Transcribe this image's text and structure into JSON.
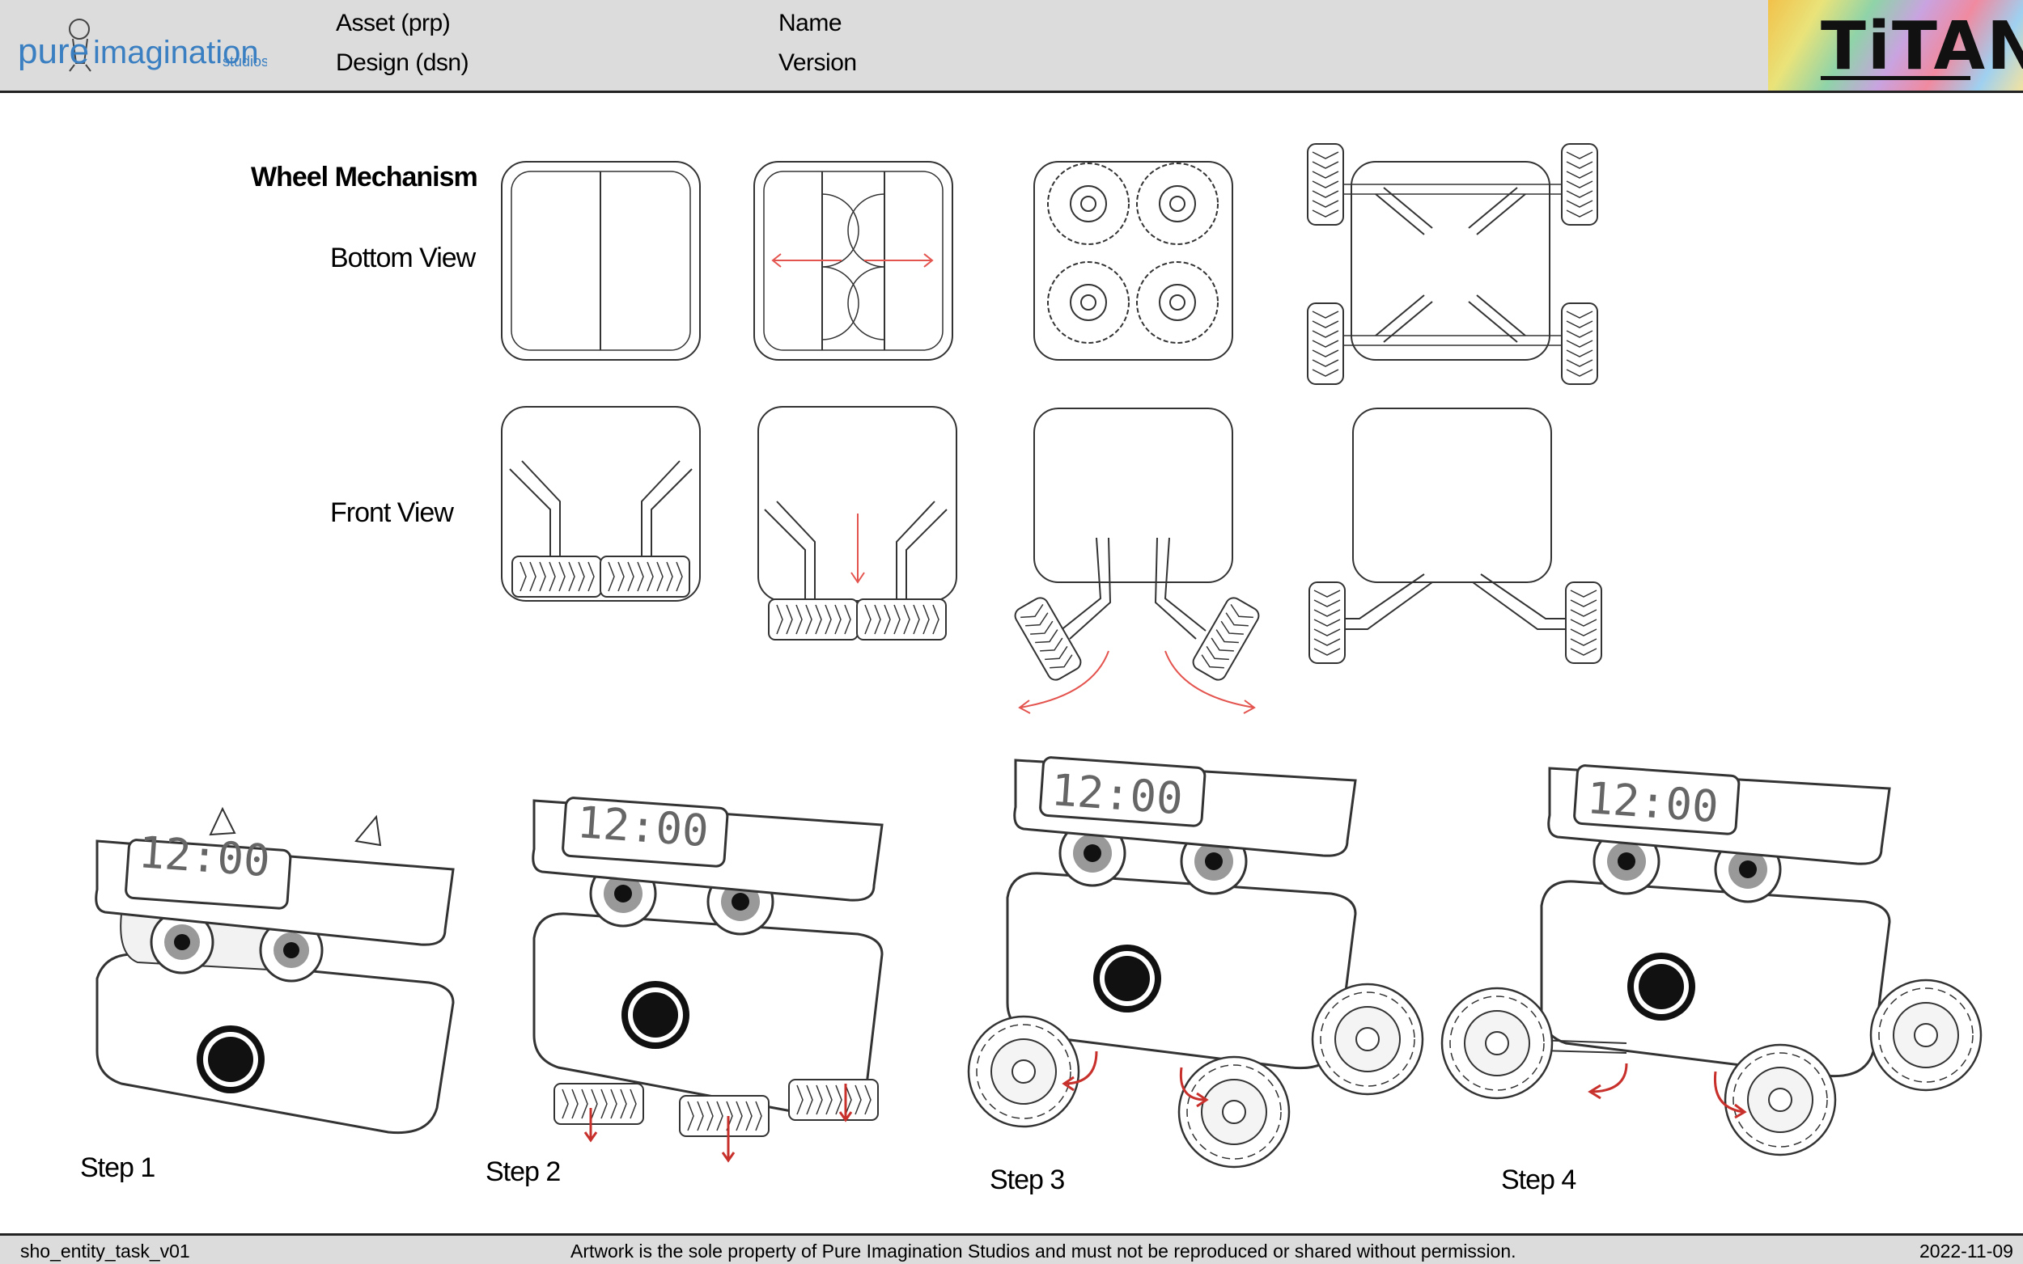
{
  "header": {
    "logo_word_pure": "pure",
    "logo_word_imagination": "imagination",
    "logo_word_studios": "studios",
    "asset_label": "Asset (prp)",
    "design_label": "Design (dsn)",
    "name_label": "Name",
    "version_label": "Version",
    "brand_title": "TiTAN"
  },
  "sections": {
    "title": "Wheel Mechanism",
    "bottom_view": "Bottom View",
    "front_view": "Front View"
  },
  "steps": [
    "Step 1",
    "Step 2",
    "Step 3",
    "Step 4"
  ],
  "clock_display": "12:00",
  "footer": {
    "task": "sho_entity_task_v01",
    "notice": "Artwork is the sole property of Pure Imagination Studios and must not be reproduced or shared without permission.",
    "date": "2022-11-09"
  },
  "colors": {
    "header_bg": "#dcdcdc",
    "logo_blue": "#3a7fc1",
    "arrow_red": "#e4544f",
    "line": "#333333"
  }
}
